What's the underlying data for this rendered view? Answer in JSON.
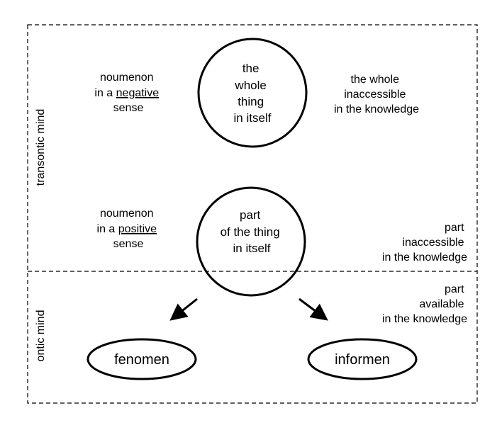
{
  "regions": {
    "transontic_label": "transontic mind",
    "ontic_label": "ontic mind"
  },
  "whole_thing": {
    "circle_lines": [
      "the",
      "whole",
      "thing",
      "in itself"
    ],
    "left_lines": {
      "line1": "noumenon",
      "line2_prefix": "in a ",
      "line2_emphasis": "negative",
      "line3": "sense"
    },
    "right_lines": [
      "the whole",
      "inaccessible",
      "in the knowledge"
    ]
  },
  "part_thing": {
    "circle_lines": [
      "part",
      "of the thing",
      "in itself"
    ],
    "left_lines": {
      "line1": "noumenon",
      "line2_prefix": "in a ",
      "line2_emphasis": "positive",
      "line3": "sense"
    },
    "right_lines": [
      "part",
      "inaccessible",
      "in the knowledge"
    ]
  },
  "ontic_note": [
    "part",
    "available",
    "in the knowledge"
  ],
  "outputs": {
    "fenomen": "fenomen",
    "informen": "informen"
  },
  "colors": {
    "stroke": "#000000",
    "background": "#ffffff"
  }
}
